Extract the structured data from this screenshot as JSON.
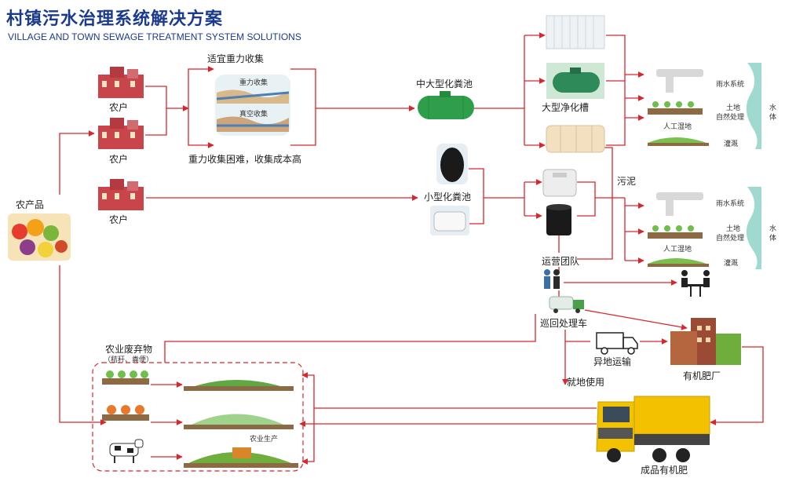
{
  "header": {
    "title_cn": "村镇污水治理系统解决方案",
    "title_en": "VILLAGE AND TOWN SEWAGE TREATMENT SYSTEM SOLUTIONS"
  },
  "nodes": {
    "household_1": "农户",
    "household_2": "农户",
    "household_3": "农户",
    "farm_products": "农产品",
    "gravity_ok": "适宜重力收集",
    "gravity_hard": "重力收集困难，收集成本高",
    "img_gravity": "重力收集",
    "img_vacuum": "真空收集",
    "mid_septic": "中大型化粪池",
    "small_septic": "小型化粪池",
    "large_purifier": "大型净化槽",
    "sludge": "污泥",
    "ops_team": "运营团队",
    "patrol_truck": "巡回处理车",
    "offsite_transport": "异地运输",
    "fertilizer_plant": "有机肥厂",
    "onsite_use": "就地使用",
    "finished_fertilizer": "成品有机肥",
    "ag_waste": "农业废弃物",
    "ag_waste_note": "（秸秆、粪便）",
    "ag_production": "农业生产"
  },
  "outputs_top": {
    "rain_system": "雨水系统",
    "wetland": "人工湿地",
    "land_treat_1": "土地",
    "land_treat_2": "自然处理",
    "irrigation": "灌溉",
    "water_body_1": "水",
    "water_body_2": "体"
  },
  "outputs_bottom": {
    "rain_system": "雨水系统",
    "wetland": "人工湿地",
    "land_treat_1": "土地",
    "land_treat_2": "自然处理",
    "irrigation": "灌溉",
    "water_body_1": "水",
    "water_body_2": "体"
  },
  "colors": {
    "title": "#1a3a8c",
    "flow_line": "#d9262c",
    "tank_green": "#2f9e4a",
    "water": "#9fd9cf",
    "truck_yellow": "#f2c200"
  }
}
